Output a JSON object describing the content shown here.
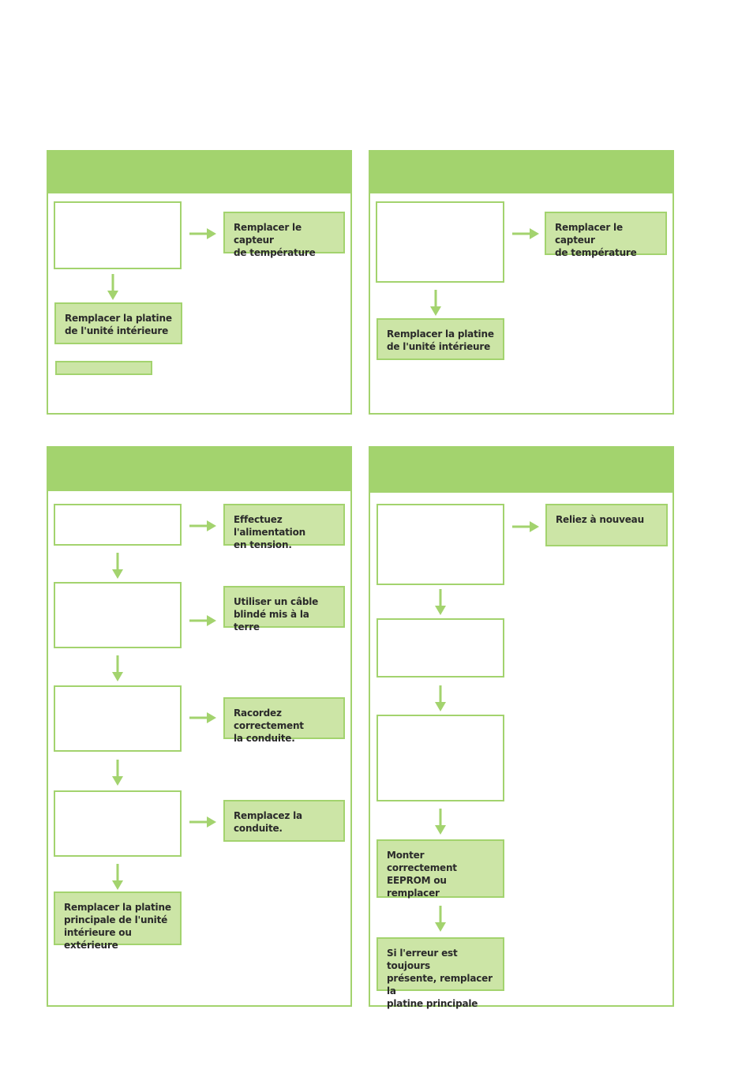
{
  "colors": {
    "accent": "#a3d36e",
    "action_fill": "#cce5a6",
    "text": "#2a2a2a"
  },
  "panel1": {
    "action_right": "Remplacer le capteur\nde température",
    "action_below": "Remplacer la platine\nde l'unité intérieure"
  },
  "panel2": {
    "action_right": "Remplacer le capteur\nde température",
    "action_below": "Remplacer la platine\nde l'unité intérieure"
  },
  "panel3": {
    "action_1": "Effectuez l'alimentation\nen tension.",
    "action_2": "Utiliser un câble\nblindé mis à la terre",
    "action_3": "Racordez correctement\nla conduite.",
    "action_4": "Remplacez la\nconduite.",
    "action_final": "Remplacer la platine\nprincipale de l'unité\nintérieure ou extérieure"
  },
  "panel4": {
    "action_1": "Reliez à nouveau",
    "action_eeprom": "Monter correctement\nEEPROM ou remplacer",
    "action_final": "Si l'erreur est toujours\nprésente, remplacer la\nplatine principale"
  }
}
